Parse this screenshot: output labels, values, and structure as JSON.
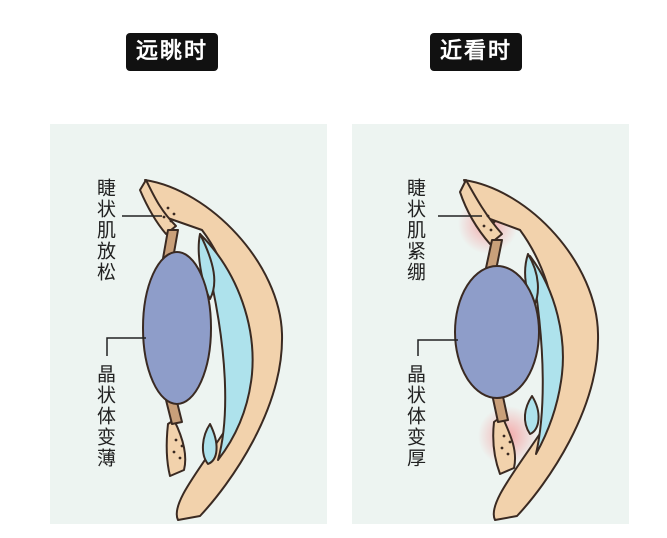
{
  "far": {
    "title": "远眺时",
    "ciliary_label": "睫状肌放松",
    "lens_label": "晶状体变薄"
  },
  "near": {
    "title": "近看时",
    "ciliary_label": "睫状肌紧绷",
    "lens_label": "晶状体变厚"
  },
  "colors": {
    "panel_bg": "#edf4f1",
    "lens": "#8e9dc9",
    "aqueous": "#aee2ec",
    "ciliary_tissue": "#f2d2ac",
    "ciliary_tension": "#f4a4a4",
    "outline": "#3a2a22"
  }
}
